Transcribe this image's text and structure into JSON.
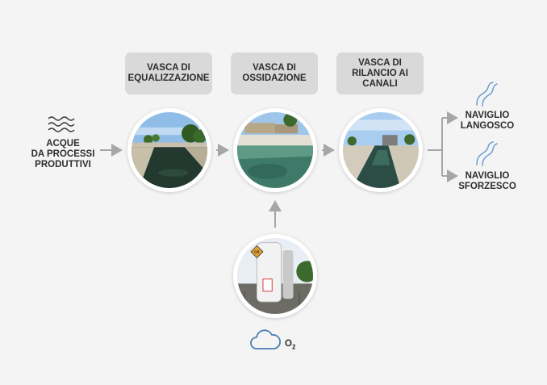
{
  "input": {
    "line1": "ACQUE",
    "line2": "DA PROCESSI",
    "line3": "PRODUTTIVI",
    "icon": "waves-icon"
  },
  "stages": [
    {
      "line1": "VASCA DI",
      "line2": "EQUALIZZAZIONE"
    },
    {
      "line1": "VASCA DI",
      "line2": "OSSIDAZIONE"
    },
    {
      "line1": "VASCA DI",
      "line2": "RILANCIO AI",
      "line3": "CANALI"
    }
  ],
  "outputs": [
    {
      "line1": "NAVIGLIO",
      "line2": "LANGOSCO",
      "icon": "river-icon"
    },
    {
      "line1": "NAVIGLIO",
      "line2": "SFORZESCO",
      "icon": "river-icon"
    }
  ],
  "oxygen": {
    "label": "O",
    "subscript": "2",
    "icon": "cloud-icon",
    "tank_marker": "04"
  },
  "colors": {
    "arrow": "#a6a6a6",
    "label_bg": "#d9d9d9",
    "icon_blue": "#4a7fb5",
    "background": "#f4f4f4"
  }
}
